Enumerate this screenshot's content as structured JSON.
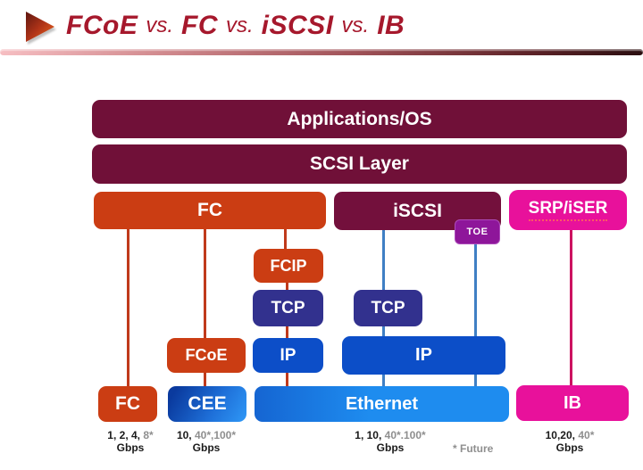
{
  "header": {
    "title": {
      "term1": "FCoE",
      "vs1": "vs.",
      "term2": "FC",
      "vs2": "vs.",
      "term3": "iSCSI",
      "vs3": "vs.",
      "term4": "IB"
    }
  },
  "diagram": {
    "layers": {
      "applications_os": "Applications/OS",
      "scsi_layer": "SCSI Layer",
      "fc_bar": "FC",
      "iscsi_bar": "iSCSI",
      "toe_badge": "TOE",
      "srp_iser_bar": "SRP/iSER",
      "fcip": "FCIP",
      "tcp_fcip": "TCP",
      "tcp_iscsi": "TCP",
      "fcoe": "FCoE",
      "ip_fcip": "IP",
      "ip_iscsi": "IP",
      "fc_bottom": "FC",
      "cee": "CEE",
      "ethernet": "Ethernet",
      "ib": "IB"
    },
    "speeds": {
      "fc": {
        "primary": "1, 2, 4,",
        "future": "8*",
        "unit": "Gbps"
      },
      "cee": {
        "primary": "10,",
        "future": "40*,100*",
        "unit": "Gbps"
      },
      "ethernet": {
        "primary": "1, 10,",
        "future": "40*.100*",
        "unit": "Gbps"
      },
      "ib": {
        "primary": "10,20,",
        "future": "40*",
        "unit": "Gbps"
      }
    },
    "footnote": "* Future"
  },
  "colors": {
    "maroon": "#701038",
    "orange_red": "#CB3D13",
    "navy": "#32318E",
    "royal_blue": "#0C4EC8",
    "bright_blue": "#1E8CEF",
    "magenta": "#E8119B",
    "purple_toe": "#8E169A",
    "title_red": "#A6182C",
    "line_orange": "#C03A1C",
    "line_blue": "#3F7FC4",
    "line_crimson": "#CC1260",
    "speed_gray": "#8F8F8F"
  }
}
